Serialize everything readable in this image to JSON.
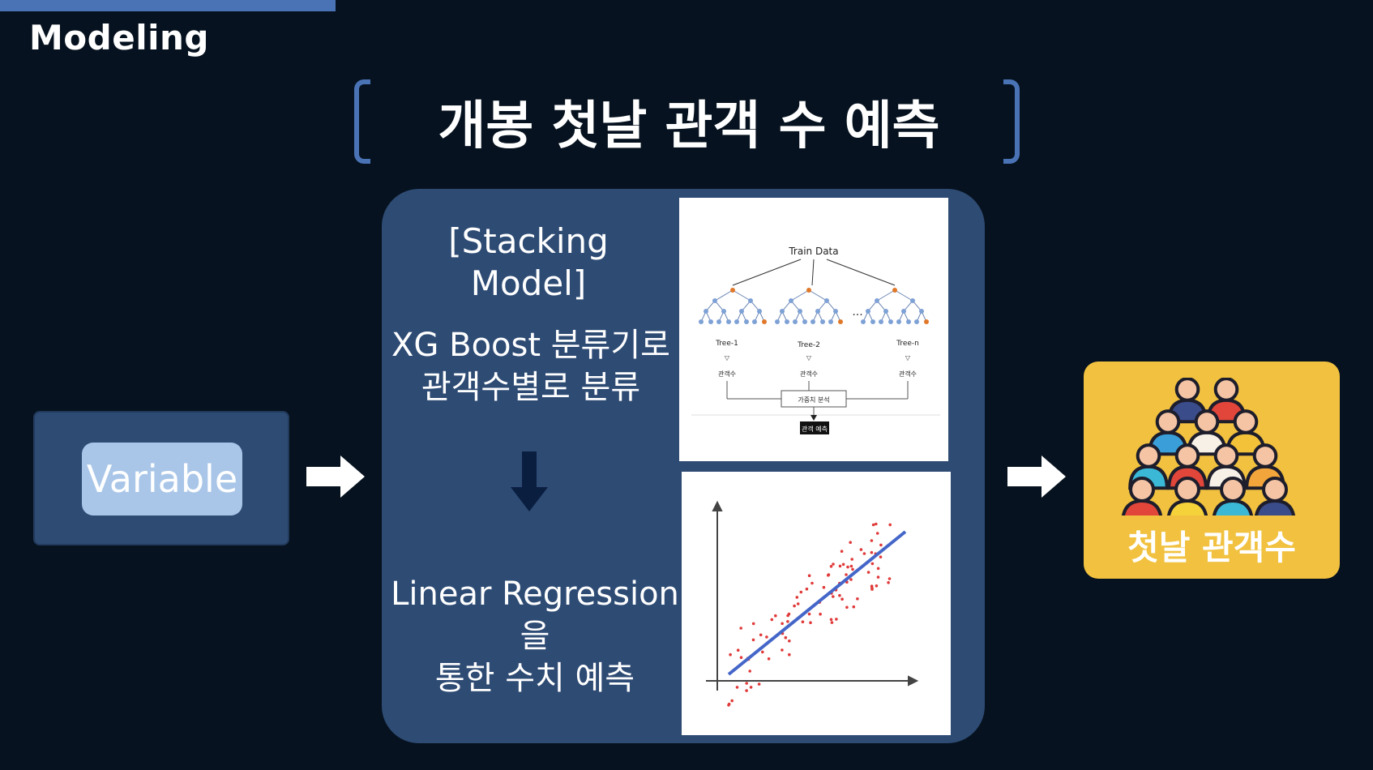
{
  "header": {
    "section_title": "Modeling"
  },
  "diagram": {
    "main_title": "개봉 첫날 관객 수 예측",
    "input_label": "Variable",
    "stack_label": "[Stacking Model]",
    "xgboost_line1": "XG Boost 분류기로",
    "xgboost_line2": "관객수별로 분류",
    "linear_line1": "Linear Regression을",
    "linear_line2": "통한 수치 예측",
    "output_label": "첫날 관객수",
    "tree_figure": {
      "root": "Train Data",
      "trees": [
        "Tree-1",
        "Tree-2",
        "Tree-n"
      ],
      "ellipsis": "...",
      "leaf_output": "관객수",
      "aggregation": "가중치 분석",
      "final": "관객 예측"
    }
  },
  "colors": {
    "background": "#06121f",
    "accent": "#4a73b6",
    "panel": "#2e4b74",
    "pill": "#a9c6e8",
    "result": "#f1c13f"
  }
}
